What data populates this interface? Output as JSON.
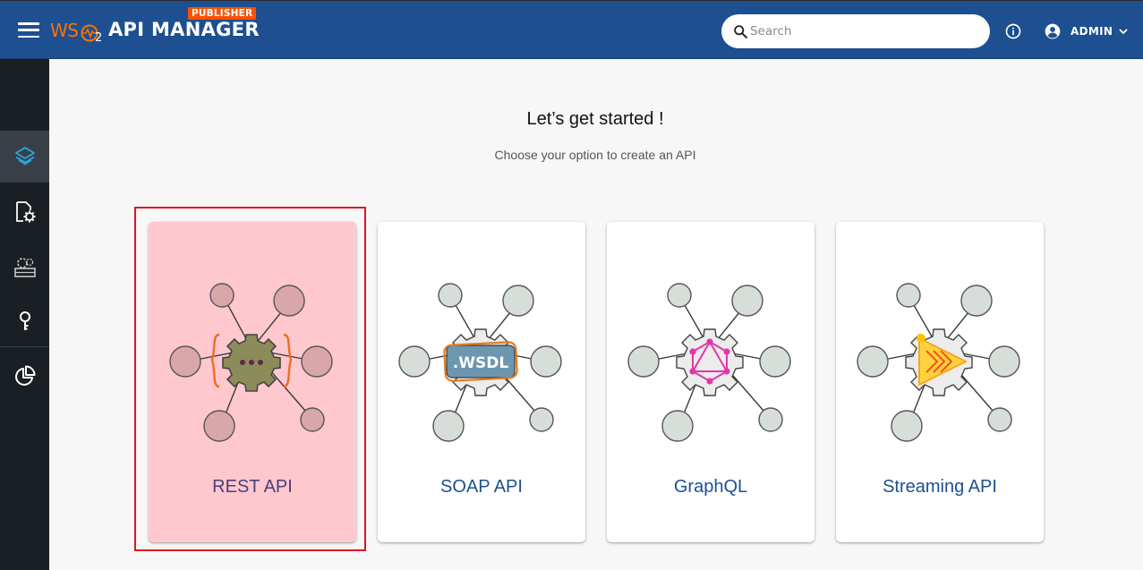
{
  "header": {
    "logo_wso": "WS",
    "logo_two": "2",
    "product": "API MANAGER",
    "badge": "PUBLISHER",
    "search_placeholder": "Search",
    "user_name": "ADMIN"
  },
  "sidebar": {
    "items": [
      {
        "name": "apis",
        "icon": "layers-icon",
        "active": true
      },
      {
        "name": "api-products",
        "icon": "document-gear-icon",
        "active": false
      },
      {
        "name": "services",
        "icon": "service-catalog-icon",
        "active": false
      },
      {
        "name": "scopes",
        "icon": "key-icon",
        "active": false
      },
      {
        "name": "analytics",
        "icon": "pie-chart-icon",
        "active": false
      }
    ]
  },
  "main": {
    "title": "Let’s get started !",
    "subtitle": "Choose your option to create an API",
    "cards": [
      {
        "label": "REST API",
        "icon": "rest-api-icon",
        "selected": true
      },
      {
        "label": "SOAP API",
        "icon": "soap-wsdl-icon",
        "selected": false
      },
      {
        "label": "GraphQL",
        "icon": "graphql-icon",
        "selected": false
      },
      {
        "label": "Streaming API",
        "icon": "streaming-api-icon",
        "selected": false
      }
    ],
    "wsdl_text": ".WSDL"
  },
  "colors": {
    "header_bg": "#1d4f91",
    "sidebar_bg": "#1a1f24",
    "badge": "#ff5000",
    "accent_orange": "#ff7300",
    "selected_card": "#ffc8cf",
    "highlight_border": "#e0141e"
  }
}
